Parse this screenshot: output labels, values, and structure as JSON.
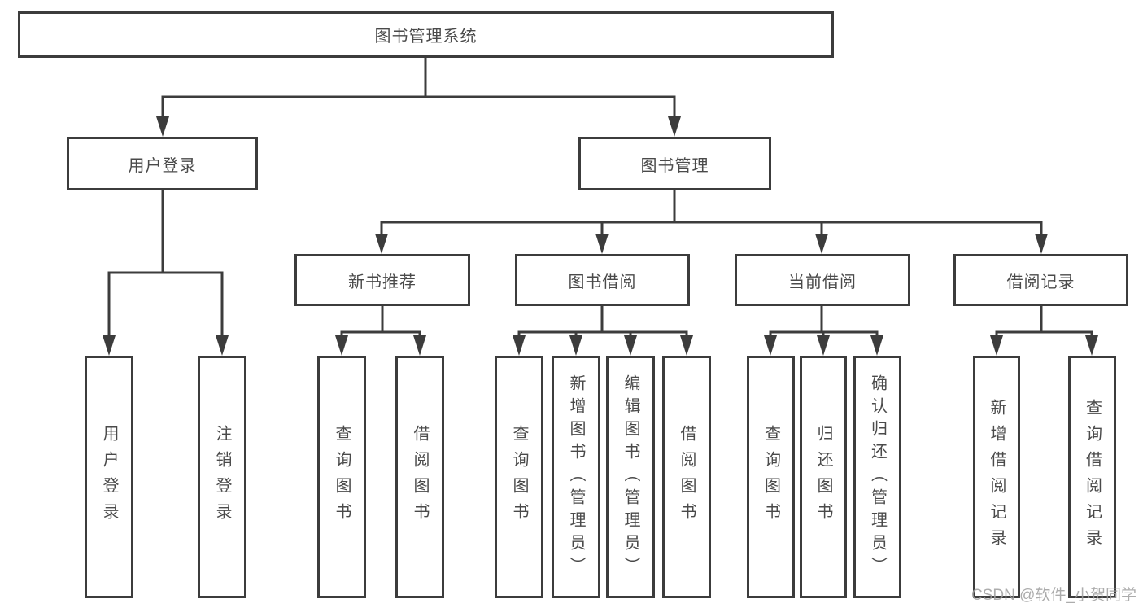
{
  "title": "图书管理系统",
  "watermark": "CSDN @软件_小贺同学",
  "colors": {
    "background": "#ffffff",
    "line": "#3c3c3c",
    "box_border": "#3c3c3c",
    "text": "#4a4a4a",
    "watermark": "#9e9e9e"
  },
  "tree": {
    "root": "图书管理系统",
    "branches": [
      {
        "label": "用户登录",
        "children": [
          "用户登录",
          "注销登录"
        ]
      },
      {
        "label": "图书管理",
        "sections": [
          {
            "label": "新书推荐",
            "children": [
              "查询图书",
              "借阅图书"
            ]
          },
          {
            "label": "图书借阅",
            "children": [
              "查询图书",
              "新增图书（管理员）",
              "编辑图书（管理员）",
              "借阅图书"
            ]
          },
          {
            "label": "当前借阅",
            "children": [
              "查询图书",
              "归还图书",
              "确认归还（管理员）"
            ]
          },
          {
            "label": "借阅记录",
            "children": [
              "新增借阅记录",
              "查询借阅记录"
            ]
          }
        ]
      }
    ]
  }
}
